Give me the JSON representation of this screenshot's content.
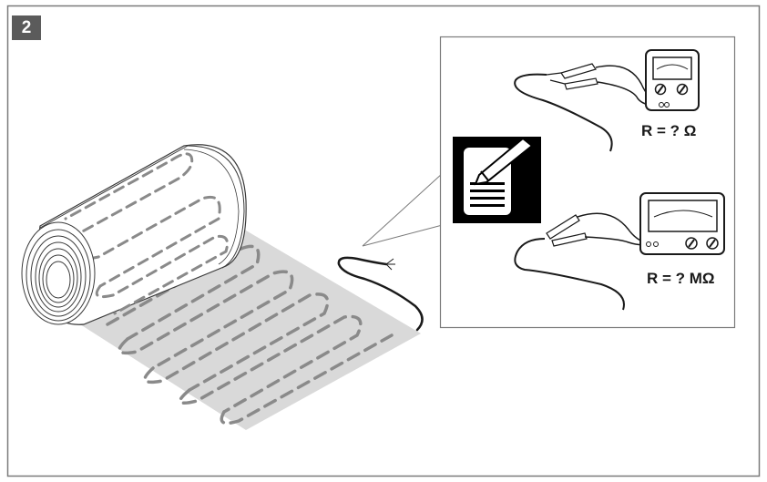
{
  "step": {
    "number": "2"
  },
  "measurements": {
    "resistance_label": "R = ? Ω",
    "insulation_label": "R = ? MΩ"
  },
  "colors": {
    "frame": "#7a7a7a",
    "badge": "#5b5b5b",
    "mat": "#d9d9d9",
    "heating_cable": "#8a8a8a",
    "line": "#1a1a1a"
  },
  "icons": [
    "heating-mat-roll",
    "manual-document-icon",
    "ohmmeter",
    "insulation-tester",
    "test-lead-clips"
  ]
}
